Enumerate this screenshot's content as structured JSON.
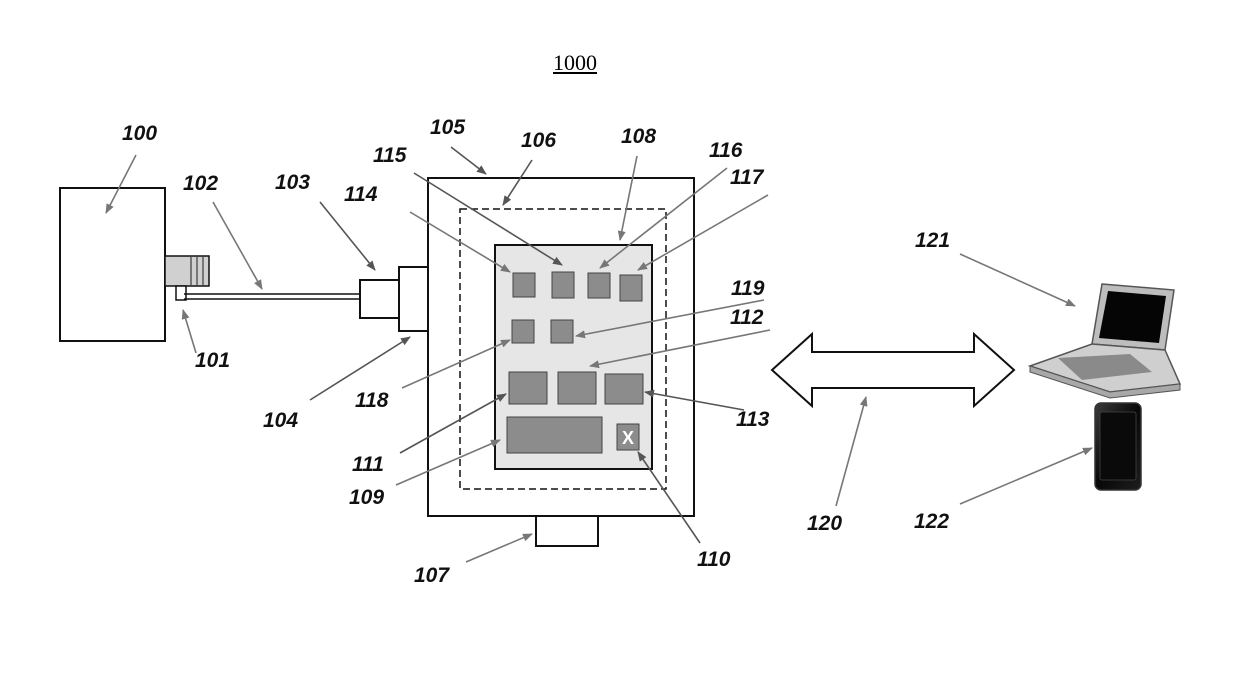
{
  "figure": {
    "number": "1000"
  },
  "labels": {
    "l100": "100",
    "l101": "101",
    "l102": "102",
    "l103": "103",
    "l104": "104",
    "l105": "105",
    "l106": "106",
    "l107": "107",
    "l108": "108",
    "l109": "109",
    "l110": "110",
    "l111": "111",
    "l112": "112",
    "l113": "113",
    "l114": "114",
    "l115": "115",
    "l116": "116",
    "l117": "117",
    "l118": "118",
    "l119": "119",
    "l120": "120",
    "l121": "121",
    "l122": "122"
  },
  "chip": {
    "x_mark": "X"
  },
  "colors": {
    "line": "#111111",
    "board_fill": "#e6e6e6",
    "chip_fill": "#8c8c8c",
    "arrow_gray": "#777777",
    "screen": "#050505"
  }
}
